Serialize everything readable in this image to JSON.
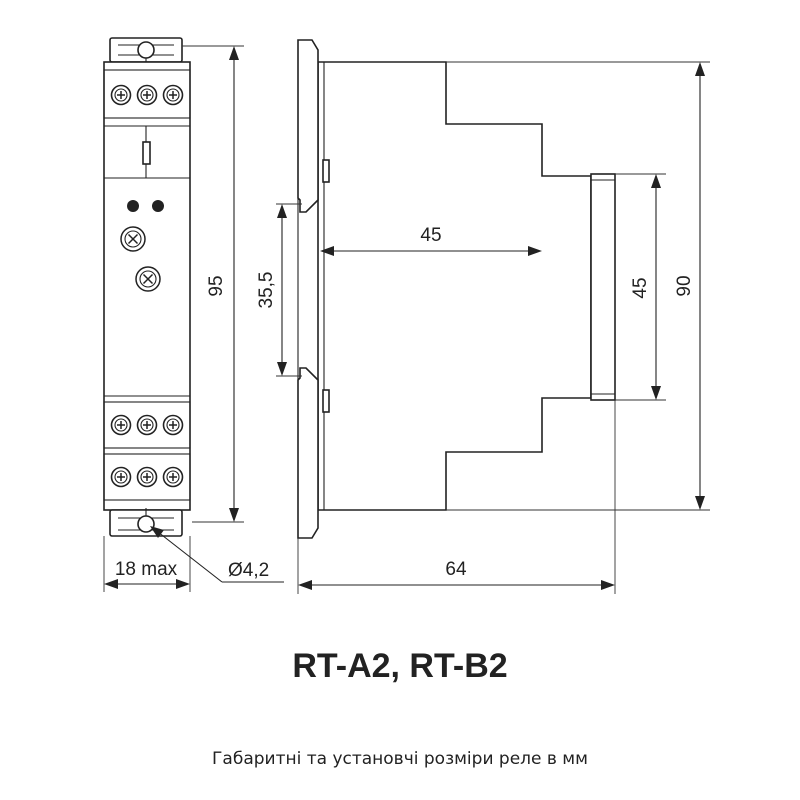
{
  "dimensions": {
    "front_height": "95",
    "front_width": "18 max",
    "hole_diameter": "Ø4,2",
    "rail_width": "35,5",
    "depth_to_front": "45",
    "front_face_height": "45",
    "side_height": "90",
    "total_depth": "64"
  },
  "title": "RT-A2, RT-B2",
  "caption": "Габаритні та установчі розміри реле в мм",
  "colors": {
    "line": "#222222",
    "background": "#ffffff"
  }
}
